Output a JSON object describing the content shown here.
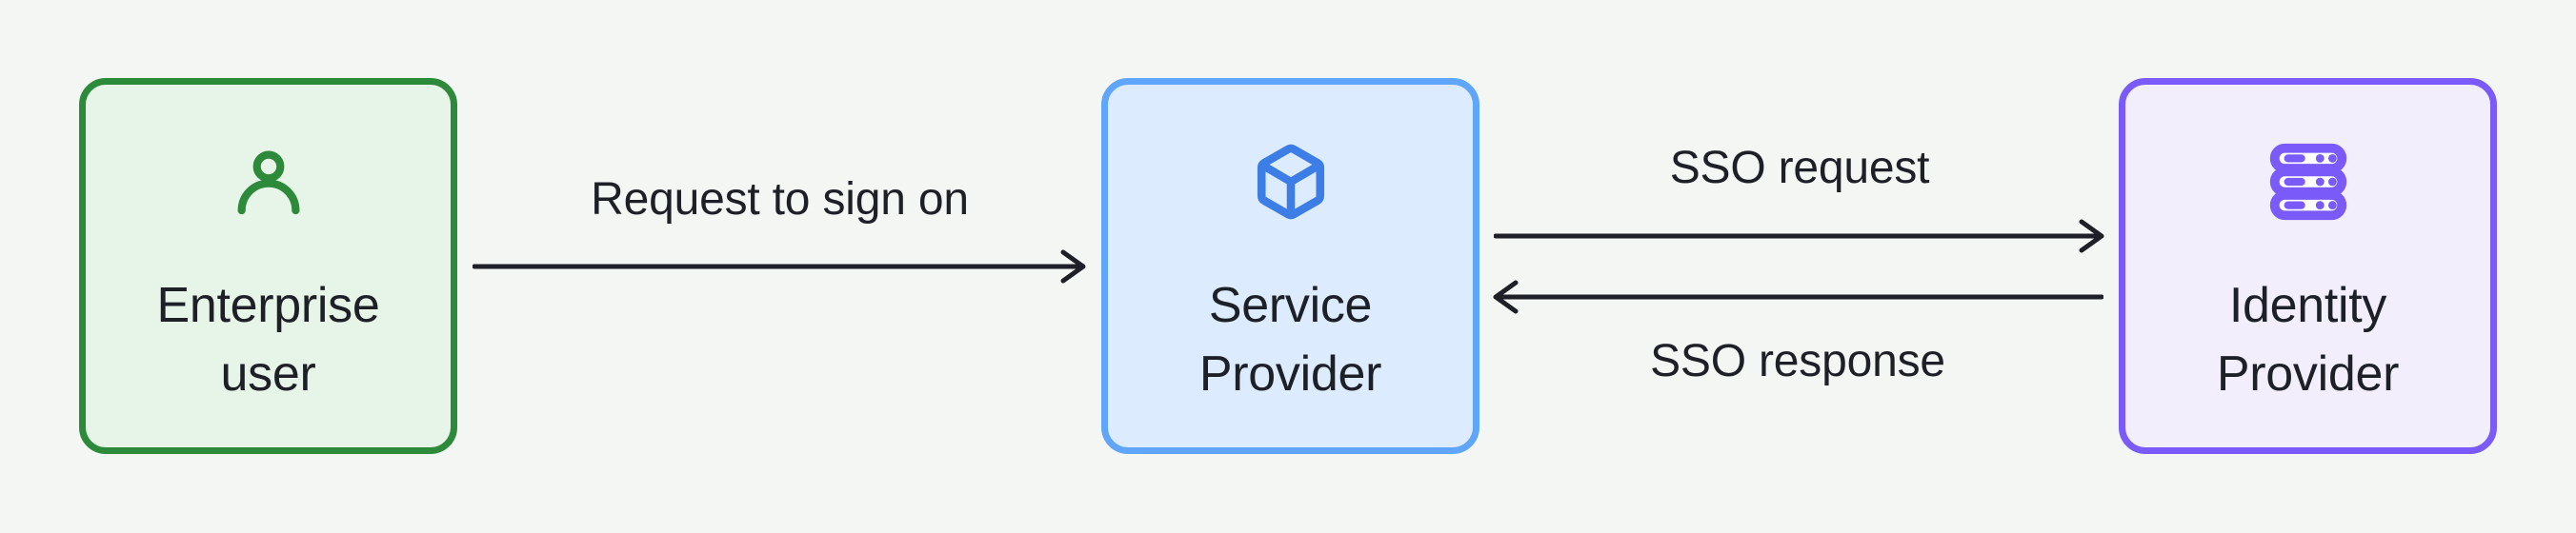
{
  "diagram": {
    "colors": {
      "background": "#f4f6f3",
      "text": "#1d2127",
      "arrow": "#1d2127"
    },
    "nodes": [
      {
        "id": "enterprise-user",
        "label": "Enterprise user",
        "line1": "Enterprise",
        "line2": "user",
        "icon": "user-icon",
        "border_color": "#2e8a3b",
        "fill_color": "#e7f4e8",
        "icon_color": "#2e8a3b"
      },
      {
        "id": "service-provider",
        "label": "Service Provider",
        "line1": "Service",
        "line2": "Provider",
        "icon": "cube-icon",
        "border_color": "#5fa5f9",
        "fill_color": "#dcebfd",
        "icon_color": "#3c7de6"
      },
      {
        "id": "identity-provider",
        "label": "Identity Provider",
        "line1": "Identity",
        "line2": "Provider",
        "icon": "server-icon",
        "border_color": "#7a5af8",
        "fill_color": "#f3eefc",
        "icon_color": "#7a5af8"
      }
    ],
    "edges": [
      {
        "id": "request-sign-on",
        "label": "Request to sign on",
        "from": "enterprise-user",
        "to": "service-provider",
        "direction": "right"
      },
      {
        "id": "sso-request",
        "label": "SSO request",
        "from": "service-provider",
        "to": "identity-provider",
        "direction": "right"
      },
      {
        "id": "sso-response",
        "label": "SSO response",
        "from": "identity-provider",
        "to": "service-provider",
        "direction": "left"
      }
    ]
  }
}
